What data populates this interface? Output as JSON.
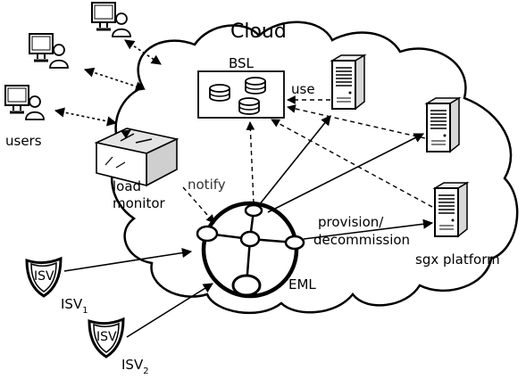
{
  "labels": {
    "cloud": "Cloud",
    "bsl": "BSL",
    "use": "use",
    "users": "users",
    "load_monitor_line1": "load",
    "load_monitor_line2": "monitor",
    "notify": "notify",
    "provision_line1": "provision/",
    "provision_line2": "decommission",
    "sgx_platform": "sgx platform",
    "eml": "EML",
    "isv_shield": "ISV",
    "isv1_name": "ISV",
    "isv1_sub": "1",
    "isv2_name": "ISV",
    "isv2_sub": "2"
  },
  "icons": {
    "user_workstation": "computer-with-user-icon",
    "server": "server-tower-icon",
    "database": "database-stack-icon",
    "router": "router-box-icon",
    "shield": "shield-icon",
    "network": "network-ring-icon"
  },
  "colors": {
    "stroke": "#000000",
    "background": "#ffffff",
    "server_fill": "#d8d8d8",
    "router_fill": "#e4e4e4"
  }
}
